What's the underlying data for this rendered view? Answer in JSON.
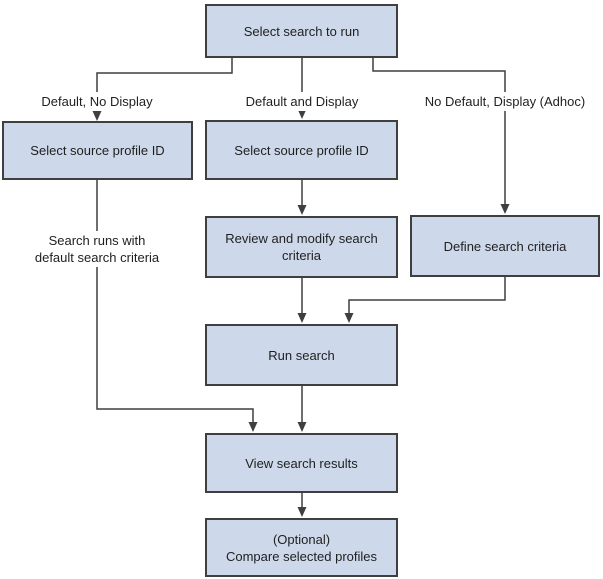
{
  "colors": {
    "node_fill": "#cdd8ea",
    "node_border": "#3f3f3f",
    "connector": "#3f3f3f",
    "text": "#1f1f1f",
    "background": "#ffffff"
  },
  "nodes": {
    "select_search": {
      "label": "Select search to run"
    },
    "select_source_left": {
      "label": "Select source profile ID"
    },
    "select_source_mid": {
      "label": "Select source profile ID"
    },
    "review_modify": {
      "label": "Review and modify search criteria"
    },
    "define_criteria": {
      "label": "Define search criteria"
    },
    "run_search": {
      "label": "Run search"
    },
    "view_results": {
      "label": "View search results"
    },
    "compare_profiles": {
      "label": "(Optional)\nCompare selected profiles"
    }
  },
  "edge_labels": {
    "default_no_display": "Default, No Display",
    "default_and_display": "Default and Display",
    "no_default_display_adhoc": "No Default, Display (Adhoc)",
    "search_runs_default": "Search runs with\ndefault search criteria"
  }
}
